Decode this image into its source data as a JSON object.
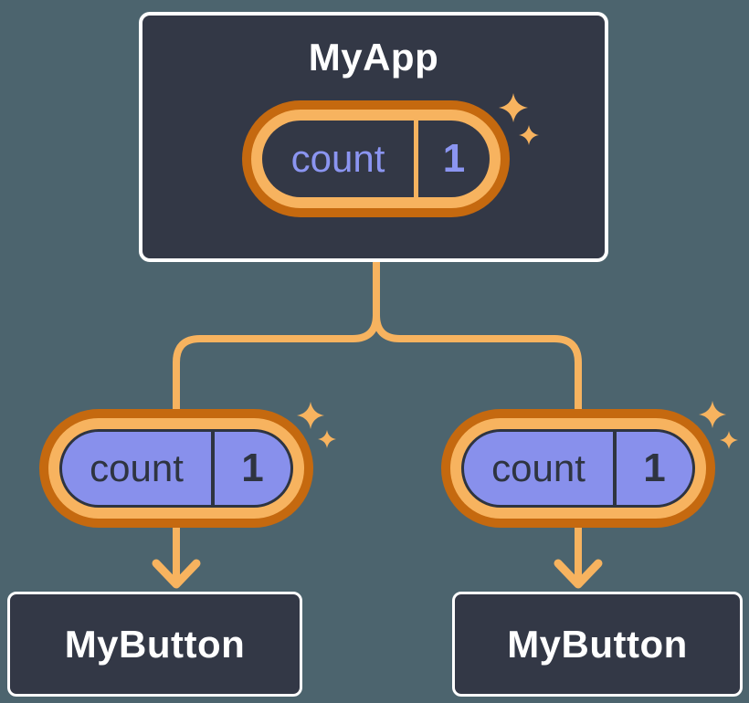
{
  "colors": {
    "bg": "#4C646E",
    "panel": "#333846",
    "panel-border": "#FFFFFF",
    "orange-dark": "#C5690F",
    "orange-light": "#F7B35F",
    "purple": "#8890EC",
    "lavender": "#8B95F1",
    "ink": "#2E3440",
    "text": "#FFFFFF"
  },
  "diagram": {
    "root": {
      "title": "MyApp",
      "state": {
        "label": "count",
        "value": "1"
      }
    },
    "children": [
      {
        "title": "MyButton",
        "prop": {
          "label": "count",
          "value": "1"
        }
      },
      {
        "title": "MyButton",
        "prop": {
          "label": "count",
          "value": "1"
        }
      }
    ]
  }
}
